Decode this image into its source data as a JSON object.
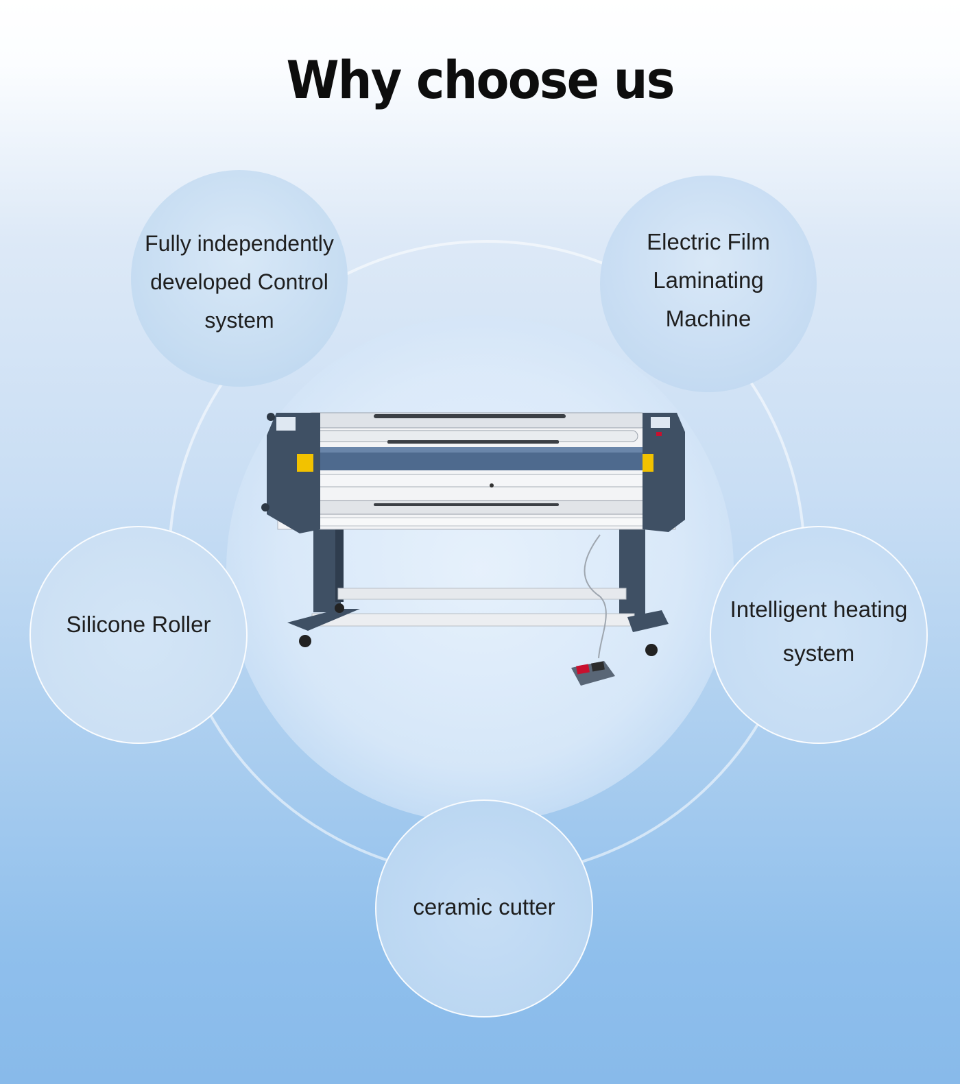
{
  "title": "Why choose us",
  "features": {
    "control_system": "Fully independently\ndeveloped Control\nsystem",
    "laminating_machine": "Electric Film\nLaminating\nMachine",
    "silicone_roller": "Silicone  Roller",
    "heating_system": "Intelligent heating\nsystem",
    "ceramic_cutter": "ceramic cutter"
  },
  "colors": {
    "machine_body": "#3f5064",
    "machine_chrome": "#dfe3e8",
    "pedal_red": "#c8102e"
  }
}
